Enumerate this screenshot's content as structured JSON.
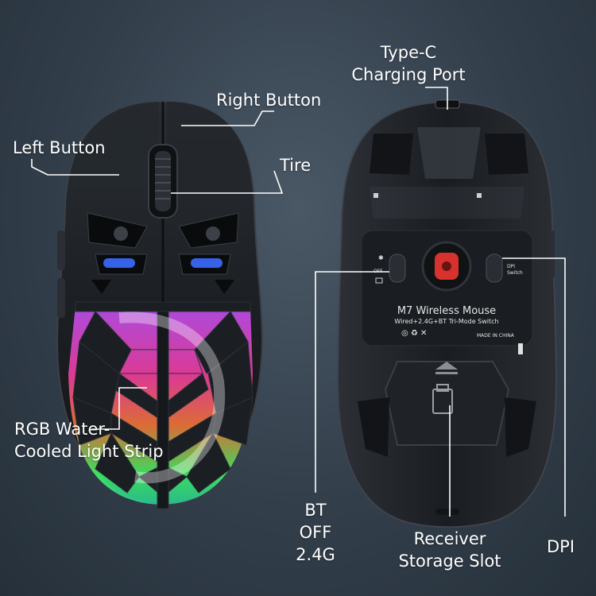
{
  "callouts": {
    "type_c": [
      "Type-C",
      "Charging Port"
    ],
    "right_button": "Right Button",
    "left_button": "Left Button",
    "tire": "Tire",
    "rgb": [
      "RGB Water-",
      "Cooled Light Strip"
    ],
    "mode_switch": [
      "BT",
      "OFF",
      "2.4G"
    ],
    "receiver": [
      "Receiver",
      "Storage Slot"
    ],
    "dpi": "DPI"
  },
  "mouse_bottom": {
    "model": "M7 Wireless Mouse",
    "spec": "Wired+2.4G+BT Tri-Mode Switch",
    "origin": "MADE IN CHINA",
    "switch_off": "OFF",
    "dpi_switch": [
      "DPI",
      "Switch"
    ]
  },
  "colors": {
    "background": "#323e4a",
    "mouse_body": "#1b1e22",
    "label": "#ffffff",
    "led_blue": "#3b6bff",
    "led_pink": "#ff3fa8",
    "led_green": "#40ff6a",
    "sensor_red": "#d8322e"
  }
}
